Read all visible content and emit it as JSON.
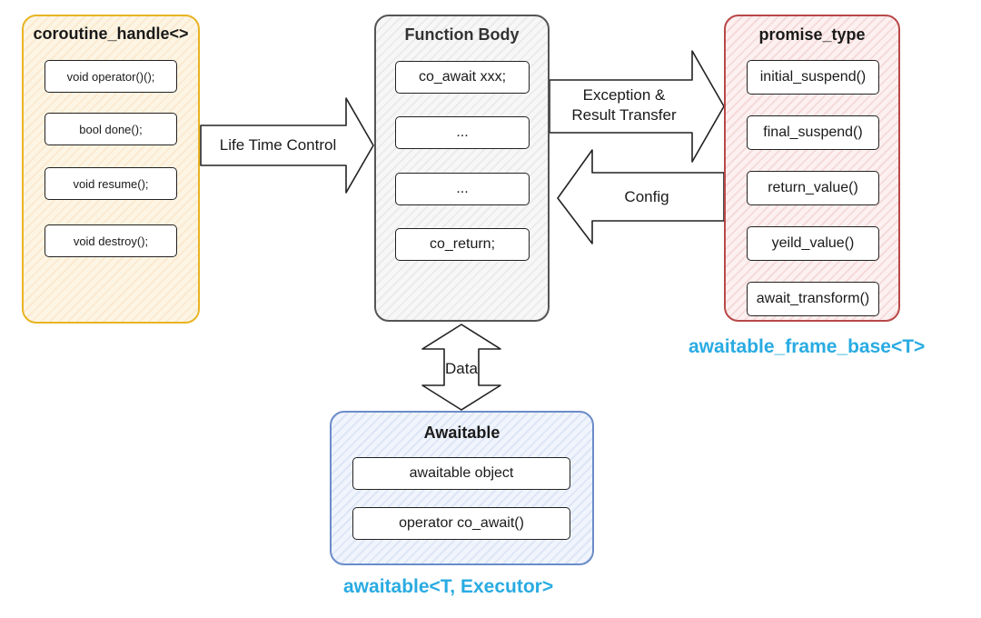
{
  "coroutine_handle": {
    "title": "coroutine_handle<>",
    "items": [
      "void operator()();",
      "bool done();",
      "void resume();",
      "void destroy();"
    ]
  },
  "function_body": {
    "title": "Function Body",
    "items": [
      "co_await xxx;",
      "...",
      "...",
      "co_return;"
    ]
  },
  "promise_type": {
    "title": "promise_type",
    "items": [
      "initial_suspend()",
      "final_suspend()",
      "return_value()",
      "yeild_value()",
      "await_transform()"
    ],
    "caption": "awaitable_frame_base<T>"
  },
  "awaitable": {
    "title": "Awaitable",
    "items": [
      "awaitable object",
      "operator co_await()"
    ],
    "caption": "awaitable<T, Executor>"
  },
  "arrows": {
    "life_time_control": "Life Time Control",
    "exception_line1": "Exception &",
    "exception_line2": "Result Transfer",
    "config": "Config",
    "data": "Data"
  },
  "colors": {
    "coroutine_handle_border": "#e8b422",
    "function_body_border": "#555555",
    "promise_type_border": "#b94848",
    "awaitable_border": "#6b8cc9",
    "caption": "#29abe2"
  }
}
